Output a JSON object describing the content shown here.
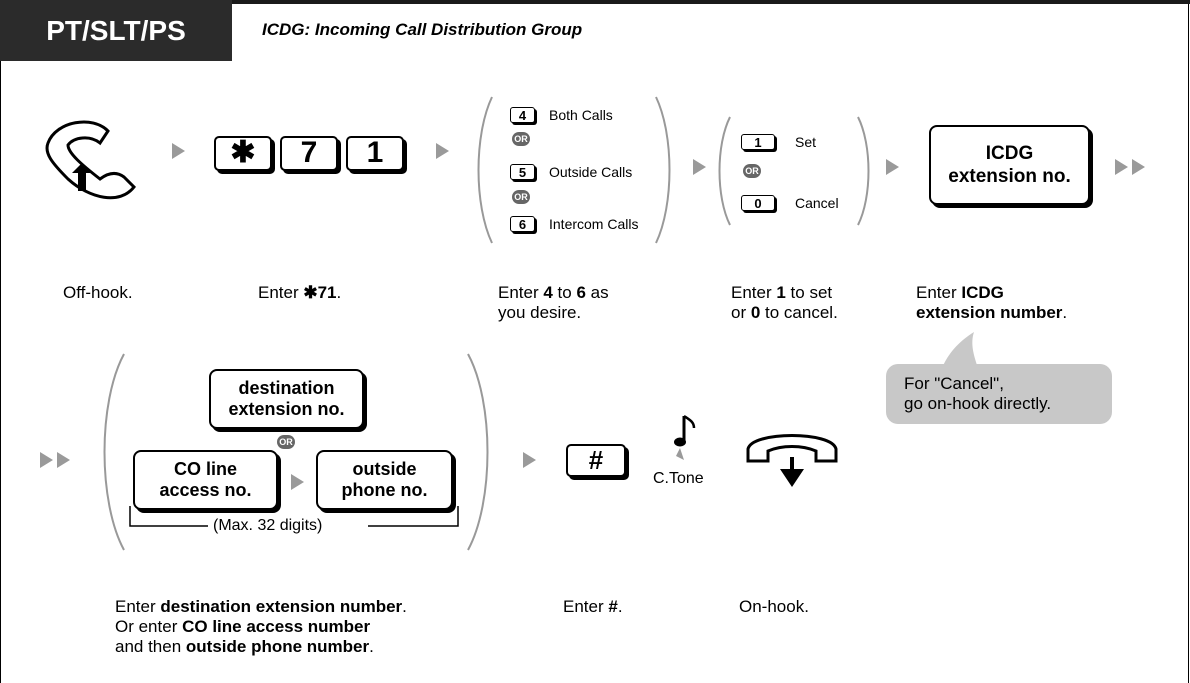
{
  "header": {
    "tag": "PT/SLT/PS",
    "title": "ICDG: Incoming Call Distribution Group"
  },
  "keys": {
    "star": "✱",
    "seven": "7",
    "one": "1",
    "hash": "#"
  },
  "options": [
    {
      "key": "4",
      "label": "Both Calls"
    },
    {
      "key": "5",
      "label": "Outside Calls"
    },
    {
      "key": "6",
      "label": "Intercom Calls"
    }
  ],
  "set_cancel": [
    {
      "key": "1",
      "label": "Set"
    },
    {
      "key": "0",
      "label": "Cancel"
    }
  ],
  "or_label": "OR",
  "boxes": {
    "icdg_l1": "ICDG",
    "icdg_l2": "extension no.",
    "dest_l1": "destination",
    "dest_l2": "extension no.",
    "co_l1": "CO line",
    "co_l2": "access no.",
    "out_l1": "outside",
    "out_l2": "phone no.",
    "max": "(Max. 32 digits)"
  },
  "tone": "C.Tone",
  "steps": {
    "offhook": "Off-hook.",
    "enter71_a": "Enter ",
    "enter71_b": "✱71",
    "enter71_c": ".",
    "s3_a": "Enter ",
    "s3_b": "4",
    "s3_c": " to ",
    "s3_d": "6",
    "s3_e": " as",
    "s3_f": "you desire.",
    "s4_a": "Enter ",
    "s4_b": "1",
    "s4_c": " to set",
    "s4_d": "or ",
    "s4_e": "0",
    "s4_f": " to cancel.",
    "s5_a": "Enter ",
    "s5_b": "ICDG",
    "s5_c": "extension number",
    "s5_d": ".",
    "d1_a": "Enter ",
    "d1_b": "destination extension number",
    "d1_c": ".",
    "d2_a": "Or enter ",
    "d2_b": "CO line access number",
    "d3_a": "and then ",
    "d3_b": "outside phone number",
    "d3_c": ".",
    "hash_a": "Enter ",
    "hash_b": "#",
    "hash_c": ".",
    "onhook": "On-hook."
  },
  "bubble": {
    "l1": "For \"Cancel\",",
    "l2": "go on-hook directly."
  }
}
